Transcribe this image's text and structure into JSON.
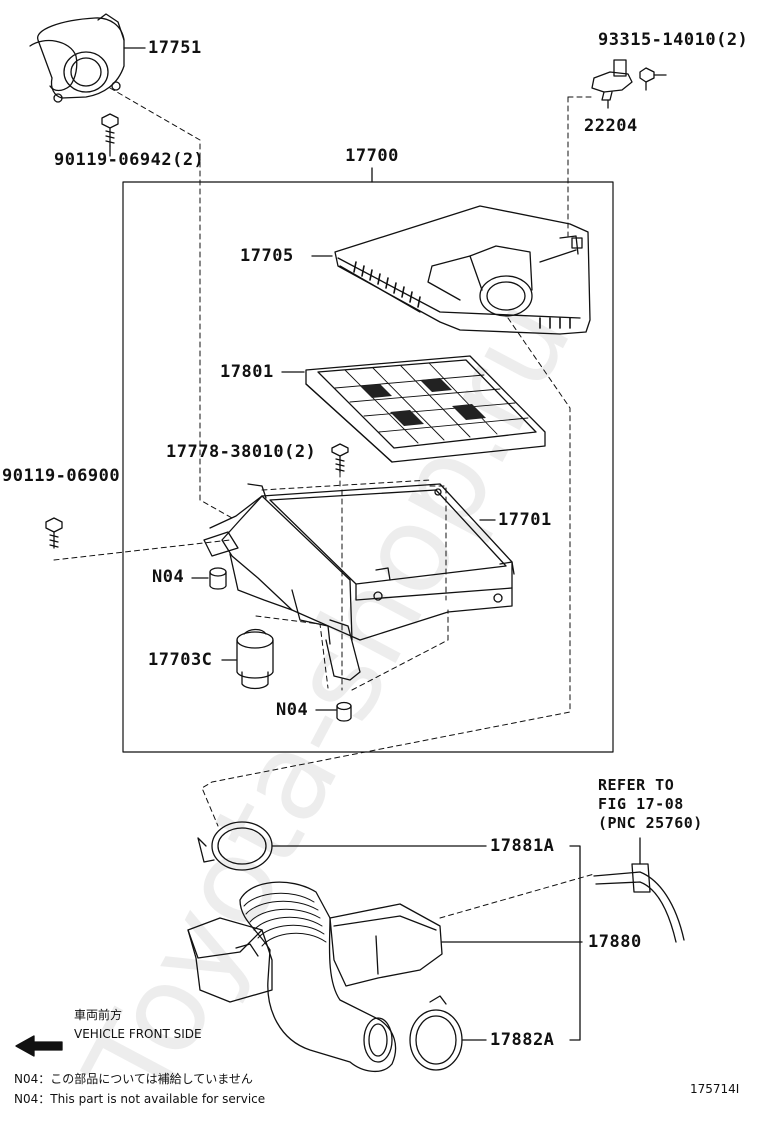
{
  "watermark": "Toyota-shop.ru",
  "frame_label": "17700",
  "parts": {
    "p17751": "17751",
    "p90119_06942": "90119-06942(2)",
    "p93315": "93315-14010(2)",
    "p22204": "22204",
    "p17705": "17705",
    "p17801": "17801",
    "p17778": "17778-38010(2)",
    "p90119_06900": "90119-06900",
    "p17701": "17701",
    "pN04a": "N04",
    "p17703C": "17703C",
    "pN04b": "N04",
    "p17881A": "17881A",
    "p17880": "17880",
    "p17882A": "17882A"
  },
  "refer": {
    "line1": "REFER TO",
    "line2": "FIG 17-08",
    "line3": "(PNC 25760)"
  },
  "front": {
    "jp": "車両前方",
    "en": "VEHICLE FRONT SIDE"
  },
  "notes": {
    "jp": "N04：この部品については補給していません",
    "en": "N04：This part is not available for service"
  },
  "figure_id": "175714I"
}
